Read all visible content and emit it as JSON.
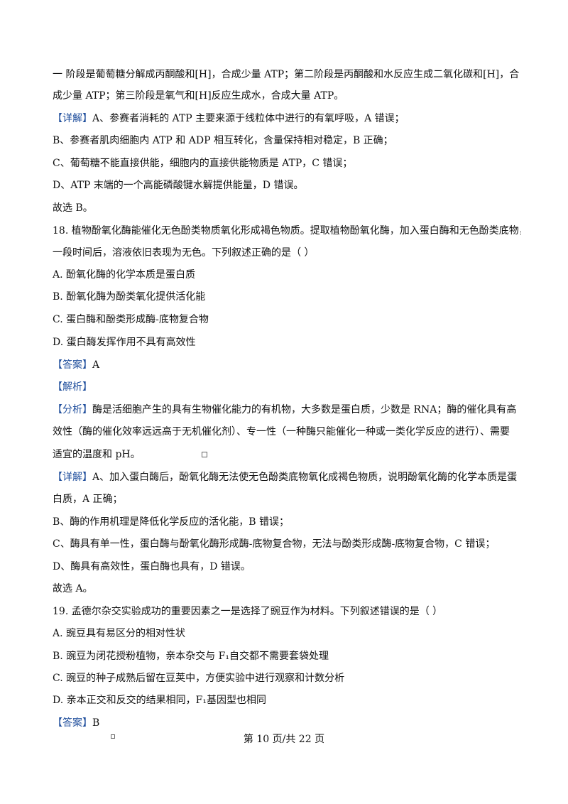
{
  "lines": [
    {
      "tag": "",
      "text": "一  阶段是葡萄糖分解成丙酮酸和[H]，合成少量 ATP；第二阶段是丙酮酸和水反应生成二氧化碳和[H]，合"
    },
    {
      "tag": "",
      "text": "成少量 ATP；第三阶段是氧气和[H]反应生成水，合成大量 ATP。"
    },
    {
      "tag": "【详解】",
      "text": "A、参赛者消耗的 ATP 主要来源于线粒体中进行的有氧呼吸，A 错误；"
    },
    {
      "tag": "",
      "text": "B、参赛者肌肉细胞内 ATP 和 ADP 相互转化，含量保持相对稳定，B 正确；"
    },
    {
      "tag": "",
      "text": "C、葡萄糖不能直接供能，细胞内的直接供能物质是 ATP，C 错误；"
    },
    {
      "tag": "",
      "text": "D、ATP 末端的一个高能磷酸键水解提供能量，D 错误。"
    },
    {
      "tag": "",
      "text": "故选 B。"
    },
    {
      "tag": "",
      "text": "18. 植物酚氧化酶能催化无色酚类物质氧化形成褐色物质。提取植物酚氧化酶，加入蛋白酶和无色酚类底物，"
    },
    {
      "tag": "",
      "text": "一段时间后，溶液依旧表现为无色。下列叙述正确的是（        ）"
    },
    {
      "tag": "",
      "text": "A. 酚氧化酶的化学本质是蛋白质"
    },
    {
      "tag": "",
      "text": "B. 酚氧化酶为酚类氧化提供活化能"
    },
    {
      "tag": "",
      "text": "C. 蛋白酶和酚类形成酶-底物复合物"
    },
    {
      "tag": "",
      "text": "D. 蛋白酶发挥作用不具有高效性"
    },
    {
      "tag": "【答案】",
      "text": "A"
    },
    {
      "tag": "【解析】",
      "text": ""
    },
    {
      "tag": "【分析】",
      "text": "酶是活细胞产生的具有生物催化能力的有机物，大多数是蛋白质，少数是 RNA；酶的催化具有高"
    },
    {
      "tag": "",
      "text": "效性（酶的催化效率远远高于无机催化剂）、专一性（一种酶只能催化一种或一类化学反应的进行）、需要"
    },
    {
      "tag": "",
      "text": "适宜的温度和 pH。"
    },
    {
      "tag": "【详解】",
      "text": "A、加入蛋白酶后，酚氧化酶无法使无色酚类底物氧化成褐色物质，说明酚氧化酶的化学本质是蛋"
    },
    {
      "tag": "",
      "text": "白质，A 正确；"
    },
    {
      "tag": "",
      "text": "B、酶的作用机理是降低化学反应的活化能，B 错误；"
    },
    {
      "tag": "",
      "text": "C、酶具有单一性，蛋白酶与酚氧化酶形成酶-底物复合物，无法与酚类形成酶-底物复合物，C 错误；"
    },
    {
      "tag": "",
      "text": "D、酶具有高效性，蛋白酶也具有，D 错误。"
    },
    {
      "tag": "",
      "text": "故选 A。"
    },
    {
      "tag": "",
      "text": "19. 孟德尔杂交实验成功的重要因素之一是选择了豌豆作为材料。下列叙述错误的是（        ）"
    },
    {
      "tag": "",
      "text": "A. 豌豆具有易区分的相对性状"
    },
    {
      "tag": "",
      "text": "B. 豌豆为闭花授粉植物，亲本杂交与 F₁自交都不需要套袋处理"
    },
    {
      "tag": "",
      "text": "C. 豌豆的种子成熟后留在豆荚中，方便实验中进行观察和计数分析"
    },
    {
      "tag": "",
      "text": "D. 亲本正交和反交的结果相同，F₁基因型也相同"
    },
    {
      "tag": "【答案】",
      "text": "B"
    }
  ],
  "footer": "第 10 页/共 22 页"
}
